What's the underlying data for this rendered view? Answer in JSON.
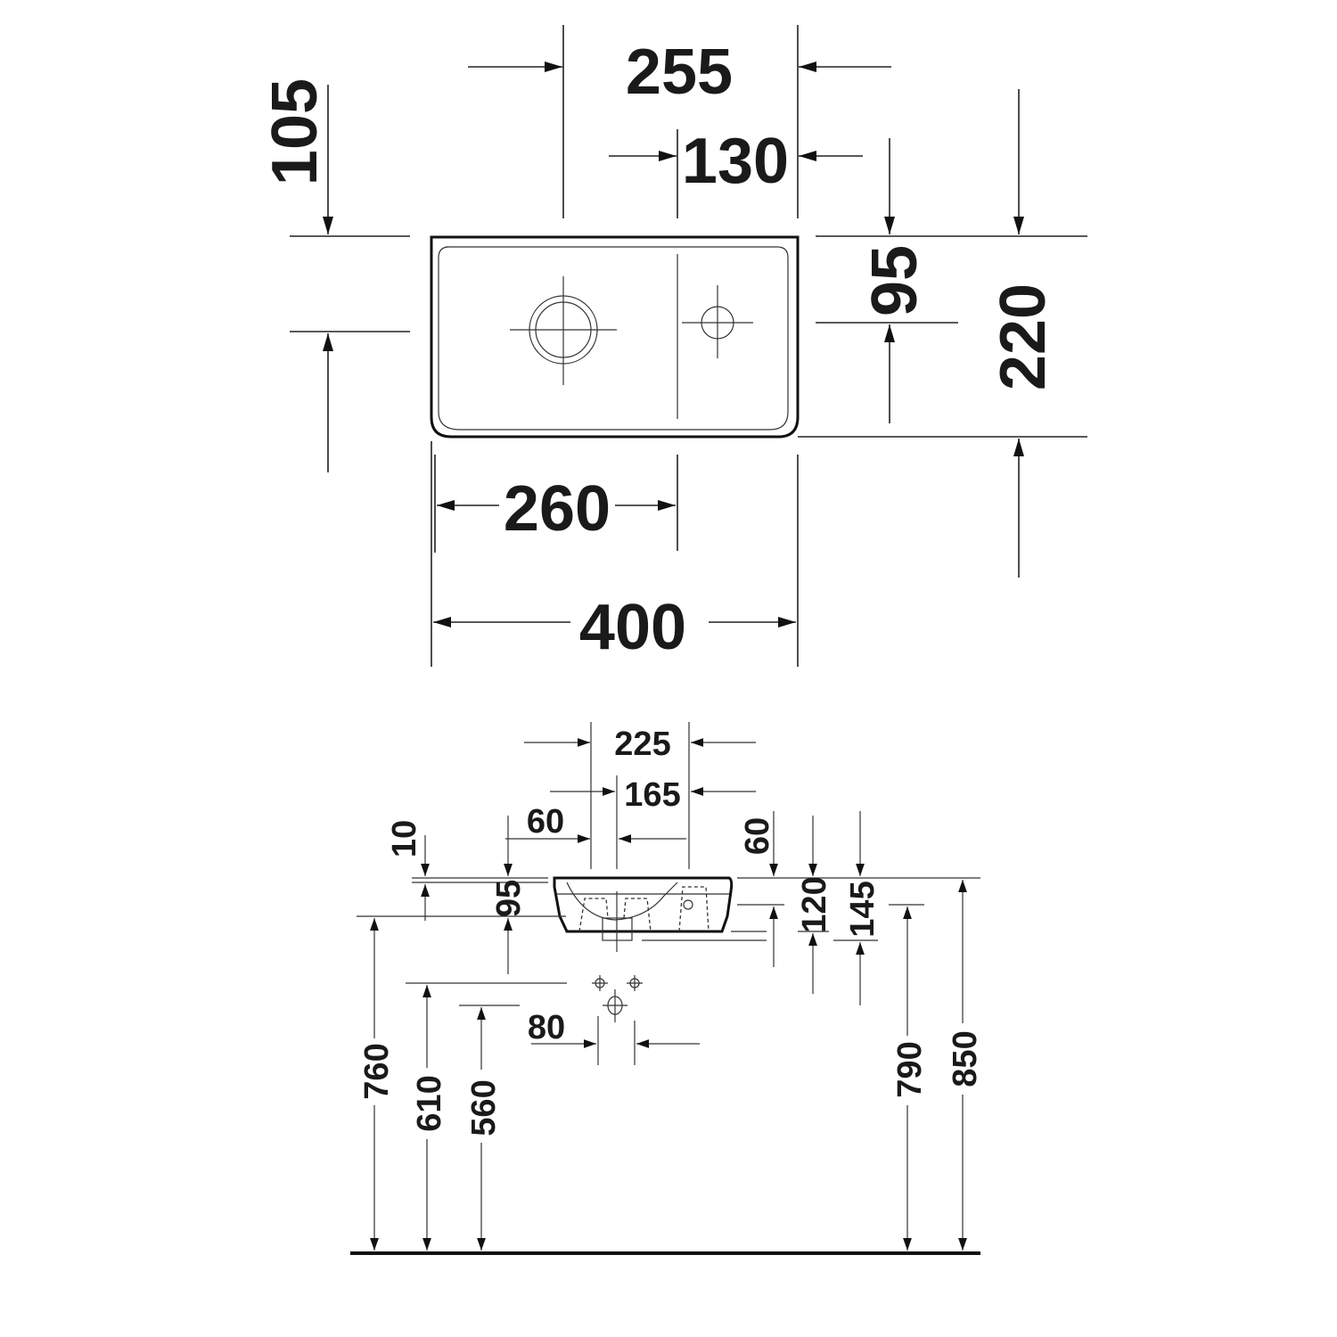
{
  "top_view": {
    "dim_overall_hole_offset": "255",
    "dim_hole_spacing": "130",
    "dim_hole_from_back": "105",
    "dim_tap_from_back": "95",
    "dim_depth": "220",
    "dim_bowl_width": "260",
    "dim_width": "400"
  },
  "side_view": {
    "dim_225": "225",
    "dim_165": "165",
    "dim_60_left": "60",
    "dim_10": "10",
    "dim_95": "95",
    "dim_60_right": "60",
    "dim_120": "120",
    "dim_145": "145",
    "dim_80": "80",
    "dim_760": "760",
    "dim_610": "610",
    "dim_560": "560",
    "dim_790": "790",
    "dim_850": "850"
  }
}
